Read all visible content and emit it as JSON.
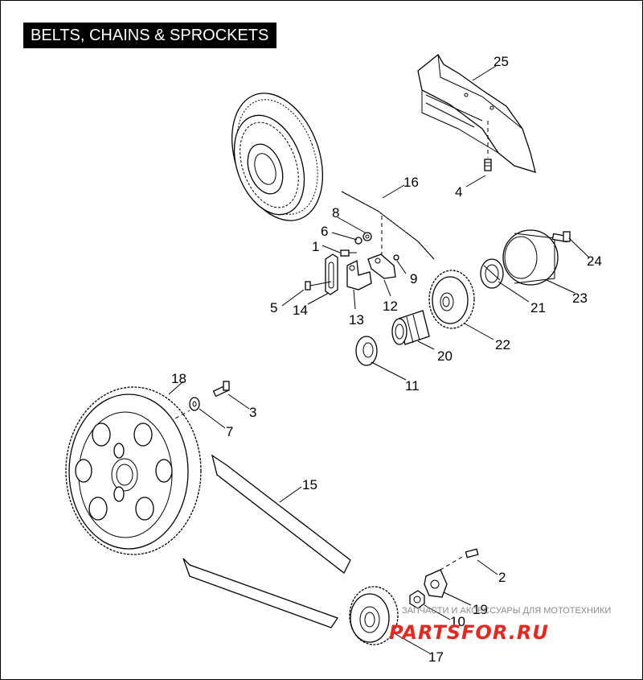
{
  "title": "BELTS, CHAINS & SPROCKETS",
  "callouts": [
    "1",
    "2",
    "3",
    "4",
    "5",
    "6",
    "7",
    "8",
    "9",
    "10",
    "11",
    "12",
    "13",
    "14",
    "15",
    "16",
    "17",
    "18",
    "19",
    "20",
    "21",
    "22",
    "23",
    "24",
    "25"
  ],
  "watermark": {
    "line1": "ЗАПЧАСТИ И АКСЕССУАРЫ ДЛЯ МОТОТЕХНИКИ",
    "line2": "PARTSFOR.RU"
  },
  "colors": {
    "ink": "#000000",
    "background": "#ffffff",
    "watermark_red": "#e8271f",
    "watermark_gray": "#8a8a8a"
  }
}
